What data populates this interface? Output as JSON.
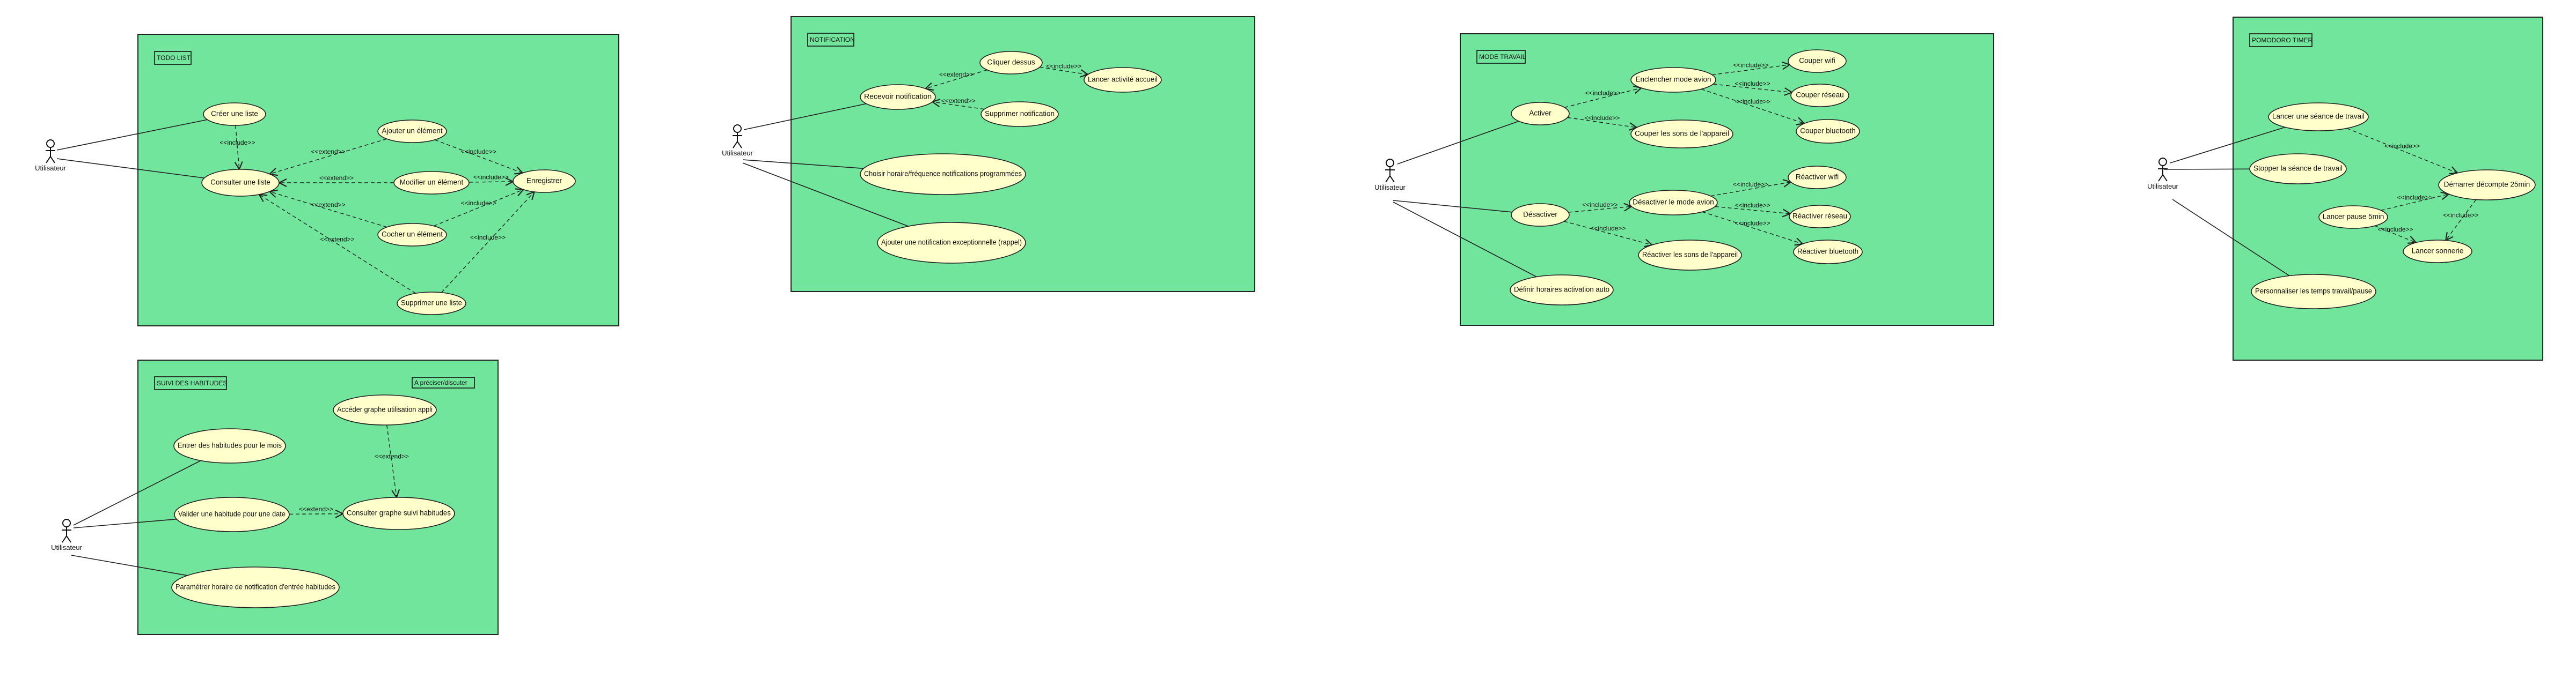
{
  "packages": [
    {
      "id": "todo",
      "title": "TODO LIST"
    },
    {
      "id": "notif",
      "title": "NOTIFICATION"
    },
    {
      "id": "travail",
      "title": "MODE TRAVAIL"
    },
    {
      "id": "pomodoro",
      "title": "POMODORO TIMER"
    },
    {
      "id": "suivi",
      "title": "SUIVI DES HABITUDES"
    }
  ],
  "notes": {
    "suivi_extra": "A préciser/discuter"
  },
  "actors": [
    {
      "id": "a1",
      "label": "Utilisateur"
    },
    {
      "id": "a2",
      "label": "Utilisateur"
    },
    {
      "id": "a3",
      "label": "Utilisateur"
    },
    {
      "id": "a4",
      "label": "Utilisateur"
    },
    {
      "id": "a5",
      "label": "Utilisateur"
    }
  ],
  "stereotypes": {
    "include": "<<include>>",
    "extend": "<<extend>>"
  },
  "use_cases": [
    {
      "id": "creer_liste",
      "label": "Créer une liste"
    },
    {
      "id": "consulter_liste",
      "label": "Consulter une liste"
    },
    {
      "id": "ajouter_element",
      "label": "Ajouter un élément"
    },
    {
      "id": "modifier_element",
      "label": "Modifier un élément"
    },
    {
      "id": "enregistrer",
      "label": "Enregistrer"
    },
    {
      "id": "cocher_element",
      "label": "Cocher un élément"
    },
    {
      "id": "supprimer_liste",
      "label": "Supprimer une liste"
    },
    {
      "id": "recevoir_notif",
      "label": "Recevoir notification"
    },
    {
      "id": "cliquer_dessus",
      "label": "Cliquer dessus"
    },
    {
      "id": "lancer_accueil",
      "label": "Lancer activité accueil"
    },
    {
      "id": "supprimer_notif",
      "label": "Supprimer notification"
    },
    {
      "id": "choisir_horaire",
      "label": "Choisir horaire/fréquence notifications programmées"
    },
    {
      "id": "ajouter_notif_exc",
      "label": "Ajouter une notification exceptionnelle (rappel)"
    },
    {
      "id": "activer",
      "label": "Activer"
    },
    {
      "id": "enclencher",
      "label": "Enclencher mode avion"
    },
    {
      "id": "couper_sons",
      "label": "Couper les sons de l'appareil"
    },
    {
      "id": "couper_wifi",
      "label": "Couper wifi"
    },
    {
      "id": "couper_reseau",
      "label": "Couper réseau"
    },
    {
      "id": "couper_bt",
      "label": "Couper bluetooth"
    },
    {
      "id": "desactiver",
      "label": "Désactiver"
    },
    {
      "id": "desactiver_avion",
      "label": "Désactiver le mode avion"
    },
    {
      "id": "reactiver_sons",
      "label": "Réactiver les sons de l'appareil"
    },
    {
      "id": "reactiver_wifi",
      "label": "Réactiver wifi"
    },
    {
      "id": "reactiver_reseau",
      "label": "Réactiver réseau"
    },
    {
      "id": "reactiver_bt",
      "label": "Réactiver bluetooth"
    },
    {
      "id": "definir_horaires",
      "label": "Définir horaires activation auto"
    },
    {
      "id": "lancer_seance",
      "label": "Lancer une séance de travail"
    },
    {
      "id": "stopper_seance",
      "label": "Stopper la séance de travail"
    },
    {
      "id": "demarrer_decompte",
      "label": "Démarrer décompte 25min"
    },
    {
      "id": "lancer_pause",
      "label": "Lancer pause 5min"
    },
    {
      "id": "lancer_sonnerie",
      "label": "Lancer sonnerie"
    },
    {
      "id": "personnaliser_temps",
      "label": "Personnaliser les temps travail/pause"
    },
    {
      "id": "acceder_graphe",
      "label": "Accéder graphe utilisation appli"
    },
    {
      "id": "entrer_habitudes",
      "label": "Entrer des habitudes pour le mois"
    },
    {
      "id": "valider_habitude",
      "label": "Valider une habitude pour une date"
    },
    {
      "id": "consulter_graphe",
      "label": "Consulter graphe suivi habitudes"
    },
    {
      "id": "parametrer_horaire",
      "label": "Paramétrer horaire de notification d'entrée habitudes"
    }
  ],
  "associations": [
    [
      "a1",
      "creer_liste"
    ],
    [
      "a1",
      "consulter_liste"
    ],
    [
      "a2",
      "recevoir_notif"
    ],
    [
      "a2",
      "choisir_horaire"
    ],
    [
      "a2",
      "ajouter_notif_exc"
    ],
    [
      "a3",
      "activer"
    ],
    [
      "a3",
      "desactiver"
    ],
    [
      "a3",
      "definir_horaires"
    ],
    [
      "a4",
      "lancer_seance"
    ],
    [
      "a4",
      "stopper_seance"
    ],
    [
      "a4",
      "personnaliser_temps"
    ],
    [
      "a5",
      "entrer_habitudes"
    ],
    [
      "a5",
      "valider_habitude"
    ],
    [
      "a5",
      "parametrer_horaire"
    ]
  ],
  "dependencies": [
    {
      "from": "creer_liste",
      "to": "consulter_liste",
      "kind": "include"
    },
    {
      "from": "ajouter_element",
      "to": "consulter_liste",
      "kind": "extend"
    },
    {
      "from": "modifier_element",
      "to": "consulter_liste",
      "kind": "extend"
    },
    {
      "from": "cocher_element",
      "to": "consulter_liste",
      "kind": "extend"
    },
    {
      "from": "supprimer_liste",
      "to": "consulter_liste",
      "kind": "extend"
    },
    {
      "from": "ajouter_element",
      "to": "enregistrer",
      "kind": "include"
    },
    {
      "from": "modifier_element",
      "to": "enregistrer",
      "kind": "include"
    },
    {
      "from": "cocher_element",
      "to": "enregistrer",
      "kind": "include"
    },
    {
      "from": "supprimer_liste",
      "to": "enregistrer",
      "kind": "include"
    },
    {
      "from": "cliquer_dessus",
      "to": "recevoir_notif",
      "kind": "extend"
    },
    {
      "from": "supprimer_notif",
      "to": "recevoir_notif",
      "kind": "extend"
    },
    {
      "from": "cliquer_dessus",
      "to": "lancer_accueil",
      "kind": "include"
    },
    {
      "from": "activer",
      "to": "enclencher",
      "kind": "include"
    },
    {
      "from": "activer",
      "to": "couper_sons",
      "kind": "include"
    },
    {
      "from": "enclencher",
      "to": "couper_wifi",
      "kind": "include"
    },
    {
      "from": "enclencher",
      "to": "couper_reseau",
      "kind": "include"
    },
    {
      "from": "enclencher",
      "to": "couper_bt",
      "kind": "include"
    },
    {
      "from": "desactiver",
      "to": "desactiver_avion",
      "kind": "include"
    },
    {
      "from": "desactiver",
      "to": "reactiver_sons",
      "kind": "include"
    },
    {
      "from": "desactiver_avion",
      "to": "reactiver_wifi",
      "kind": "include"
    },
    {
      "from": "desactiver_avion",
      "to": "reactiver_reseau",
      "kind": "include"
    },
    {
      "from": "desactiver_avion",
      "to": "reactiver_bt",
      "kind": "include"
    },
    {
      "from": "lancer_seance",
      "to": "demarrer_decompte",
      "kind": "include"
    },
    {
      "from": "lancer_pause",
      "to": "demarrer_decompte",
      "kind": "include"
    },
    {
      "from": "demarrer_decompte",
      "to": "lancer_sonnerie",
      "kind": "include"
    },
    {
      "from": "lancer_pause",
      "to": "lancer_sonnerie",
      "kind": "include"
    },
    {
      "from": "acceder_graphe",
      "to": "consulter_graphe",
      "kind": "extend"
    },
    {
      "from": "valider_habitude",
      "to": "consulter_graphe",
      "kind": "extend"
    }
  ]
}
